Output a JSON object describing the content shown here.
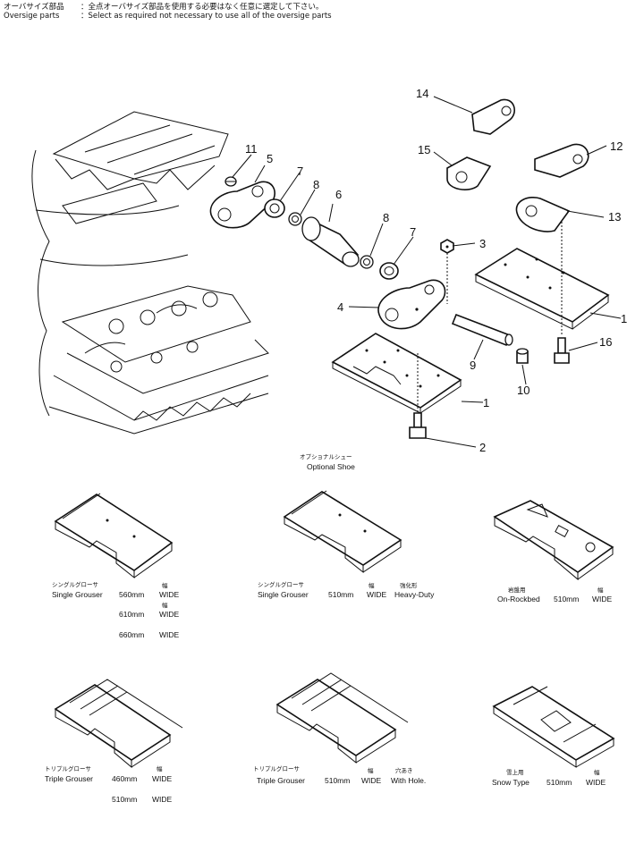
{
  "header": {
    "label_jp": "オーバサイズ部品",
    "note_jp": "：全点オーバサイズ部品を使用する必要はなく任意に選定して下さい。",
    "label_en": "Oversige parts",
    "note_en": "：Select as required not necessary to use all of the oversige parts"
  },
  "callouts": [
    "1",
    "1",
    "2",
    "3",
    "4",
    "5",
    "6",
    "7",
    "7",
    "8",
    "8",
    "9",
    "10",
    "11",
    "12",
    "13",
    "14",
    "15",
    "16"
  ],
  "optional": {
    "jp": "オプショナルシュー",
    "en": "Optional Shoe"
  },
  "variants": [
    {
      "jp": "シングルグローサ",
      "name": "Single Grouser",
      "rows": [
        [
          "560mm",
          "幅",
          "WIDE"
        ],
        [
          "610mm",
          "幅",
          "WIDE"
        ],
        [
          "660mm",
          "",
          "WIDE"
        ]
      ],
      "extra_jp": "",
      "extra": ""
    },
    {
      "jp": "シングルグローサ",
      "name": "Single Grouser",
      "rows": [
        [
          "510mm",
          "幅",
          "WIDE"
        ]
      ],
      "extra_jp": "強化形",
      "extra": "Heavy-Duty"
    },
    {
      "jp": "岩盤用",
      "name": "On-Rockbed",
      "rows": [
        [
          "510mm",
          "幅",
          "WIDE"
        ]
      ],
      "extra_jp": "",
      "extra": ""
    },
    {
      "jp": "トリプルグローサ",
      "name": "Triple Grouser",
      "rows": [
        [
          "460mm",
          "幅",
          "WIDE"
        ],
        [
          "510mm",
          "",
          "WIDE"
        ]
      ],
      "extra_jp": "",
      "extra": ""
    },
    {
      "jp": "トリプルグローサ",
      "name": "Triple Grouser",
      "rows": [
        [
          "510mm",
          "幅",
          "WIDE"
        ]
      ],
      "extra_jp": "穴あき",
      "extra": "With Hole."
    },
    {
      "jp": "雪上用",
      "name": "Snow Type",
      "rows": [
        [
          "510mm",
          "幅",
          "WIDE"
        ]
      ],
      "extra_jp": "",
      "extra": ""
    }
  ]
}
